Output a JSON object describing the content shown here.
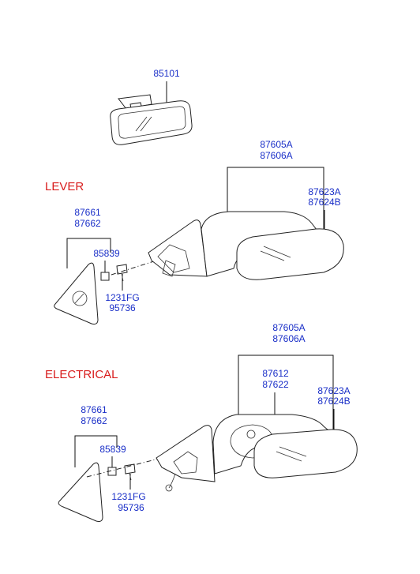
{
  "parts": {
    "rearview_mirror": "85101",
    "lever": {
      "heading": "LEVER",
      "mirror_assy": [
        "87605A",
        "87606A"
      ],
      "mirror_glass": [
        "87623A",
        "87624B"
      ],
      "cover": [
        "87661",
        "87662"
      ],
      "clip": "85839",
      "screw": [
        "1231FG",
        "95736"
      ]
    },
    "electrical": {
      "heading": "ELECTRICAL",
      "mirror_assy": [
        "87605A",
        "87606A"
      ],
      "actuator": [
        "87612",
        "87622"
      ],
      "mirror_glass": [
        "87623A",
        "87624B"
      ],
      "cover": [
        "87661",
        "87662"
      ],
      "clip": "85839",
      "screw": [
        "1231FG",
        "95736"
      ]
    }
  }
}
